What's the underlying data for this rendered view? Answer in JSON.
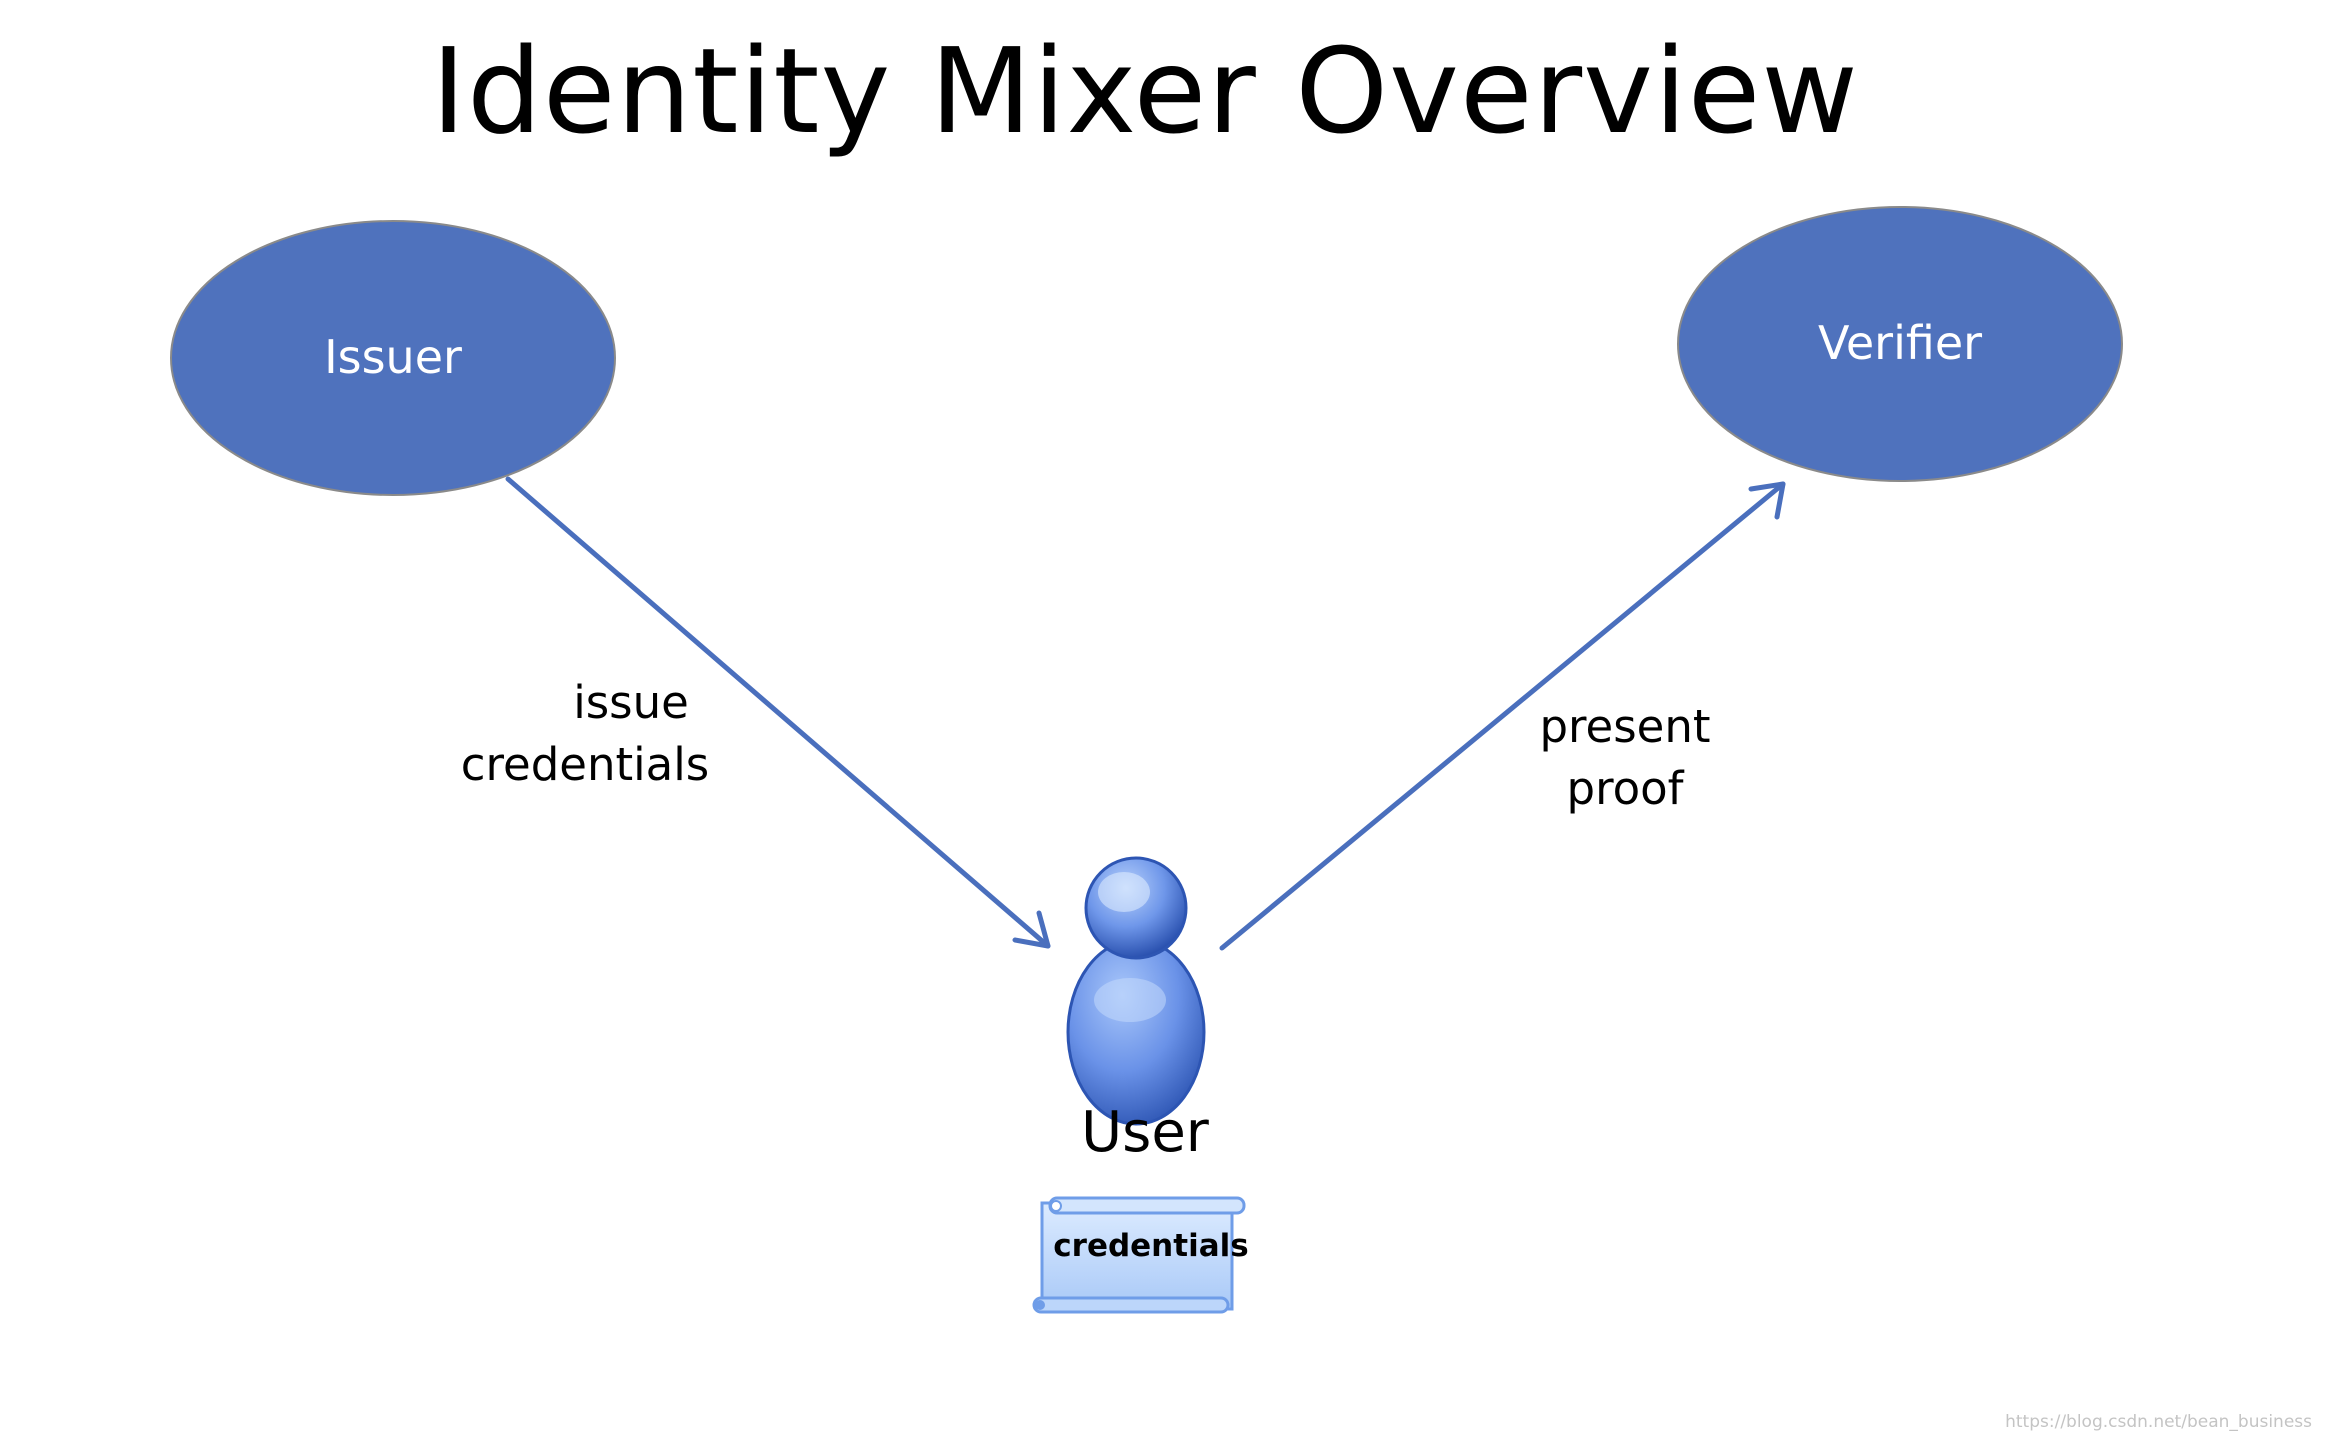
{
  "title": "Identity Mixer Overview",
  "nodes": {
    "issuer": {
      "label": "Issuer"
    },
    "verifier": {
      "label": "Verifier"
    },
    "user": {
      "label": "User"
    }
  },
  "edges": {
    "issue": {
      "line1": "issue",
      "line2": "credentials"
    },
    "present": {
      "line1": "present",
      "line2": "proof"
    }
  },
  "credentials_scroll": {
    "label": "credentials"
  },
  "watermark": "https://blog.csdn.net/bean_business",
  "colors": {
    "node_fill": "#4f72bd",
    "node_stroke": "#8a8a8a",
    "arrow": "#4a6fbd",
    "user_icon_dark": "#2d55b3",
    "user_icon_light": "#8fb2f2",
    "scroll_fill": "#c5dcfb",
    "scroll_stroke": "#6f9de8"
  },
  "icons": {
    "user": "user-person-icon",
    "credentials": "scroll-document-icon"
  }
}
